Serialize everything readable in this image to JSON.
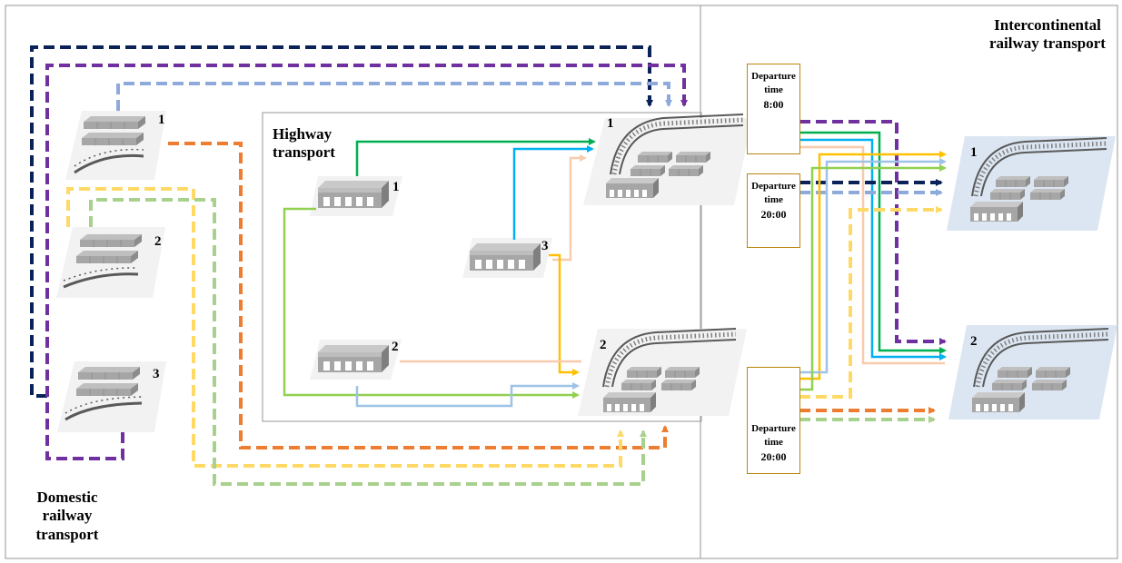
{
  "regions": {
    "domestic": "Domestic railway transport",
    "highway": "Highway transport",
    "intercontinental": "Intercontinental railway transport"
  },
  "domestic_labels": {
    "d1": "1",
    "d2": "2",
    "d3": "3"
  },
  "highway_labels": {
    "w1": "1",
    "w2": "2",
    "w3": "3"
  },
  "hub_labels": {
    "h1": "1",
    "h2": "2"
  },
  "destination_labels": {
    "e1": "1",
    "e2": "2"
  },
  "departures": {
    "a": {
      "line1": "Departure",
      "line2": "time",
      "time": "8:00"
    },
    "b": {
      "line1": "Departure",
      "line2": "time",
      "time": "20:00"
    },
    "c": {
      "line1": "Departure",
      "line2": "time",
      "time": "20:00"
    }
  },
  "colors": {
    "navy": "#0b2259",
    "purple": "#7030a0",
    "lightblue": "#8eaadb",
    "orange": "#ed7d31",
    "yellow": "#ffd966",
    "lightgreen": "#a9d18e",
    "green": "#00b050",
    "cyan": "#00b0f0",
    "peach": "#f8cbad",
    "gold": "#ffc000",
    "limegreen": "#92d050",
    "skyblue": "#9dc3e6"
  }
}
